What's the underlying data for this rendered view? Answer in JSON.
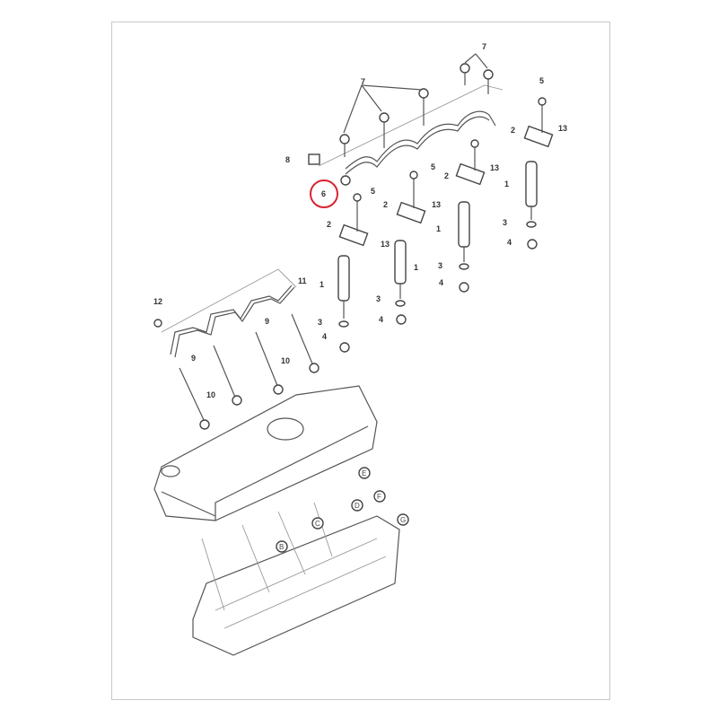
{
  "diagram": {
    "title": "Fuel injector and glow plug exploded parts diagram",
    "highlight_color": "#d9232e",
    "highlighted_callout": "6",
    "callouts": {
      "c7a": "7",
      "c7b": "7",
      "c5a": "5",
      "c13a": "13",
      "c2a": "2",
      "c8": "8",
      "c6": "6",
      "c5b": "5",
      "c2b": "2",
      "c13b": "13",
      "c5c": "5",
      "c2c": "2",
      "c13c": "13",
      "c1a": "1",
      "c1b": "1",
      "c2d": "2",
      "c13d": "13",
      "c3a": "3",
      "c4a": "4",
      "c1c": "1",
      "c3b": "3",
      "c4b": "4",
      "c11": "11",
      "c1d": "1",
      "c12": "12",
      "c3c": "3",
      "c4c": "4",
      "c3d": "3",
      "c4d": "4",
      "c9a": "9",
      "c9b": "9",
      "c10a": "10",
      "c10b": "10"
    },
    "letters": {
      "E": "E",
      "D": "D",
      "F": "F",
      "C": "C",
      "G": "G",
      "B": "B"
    }
  }
}
